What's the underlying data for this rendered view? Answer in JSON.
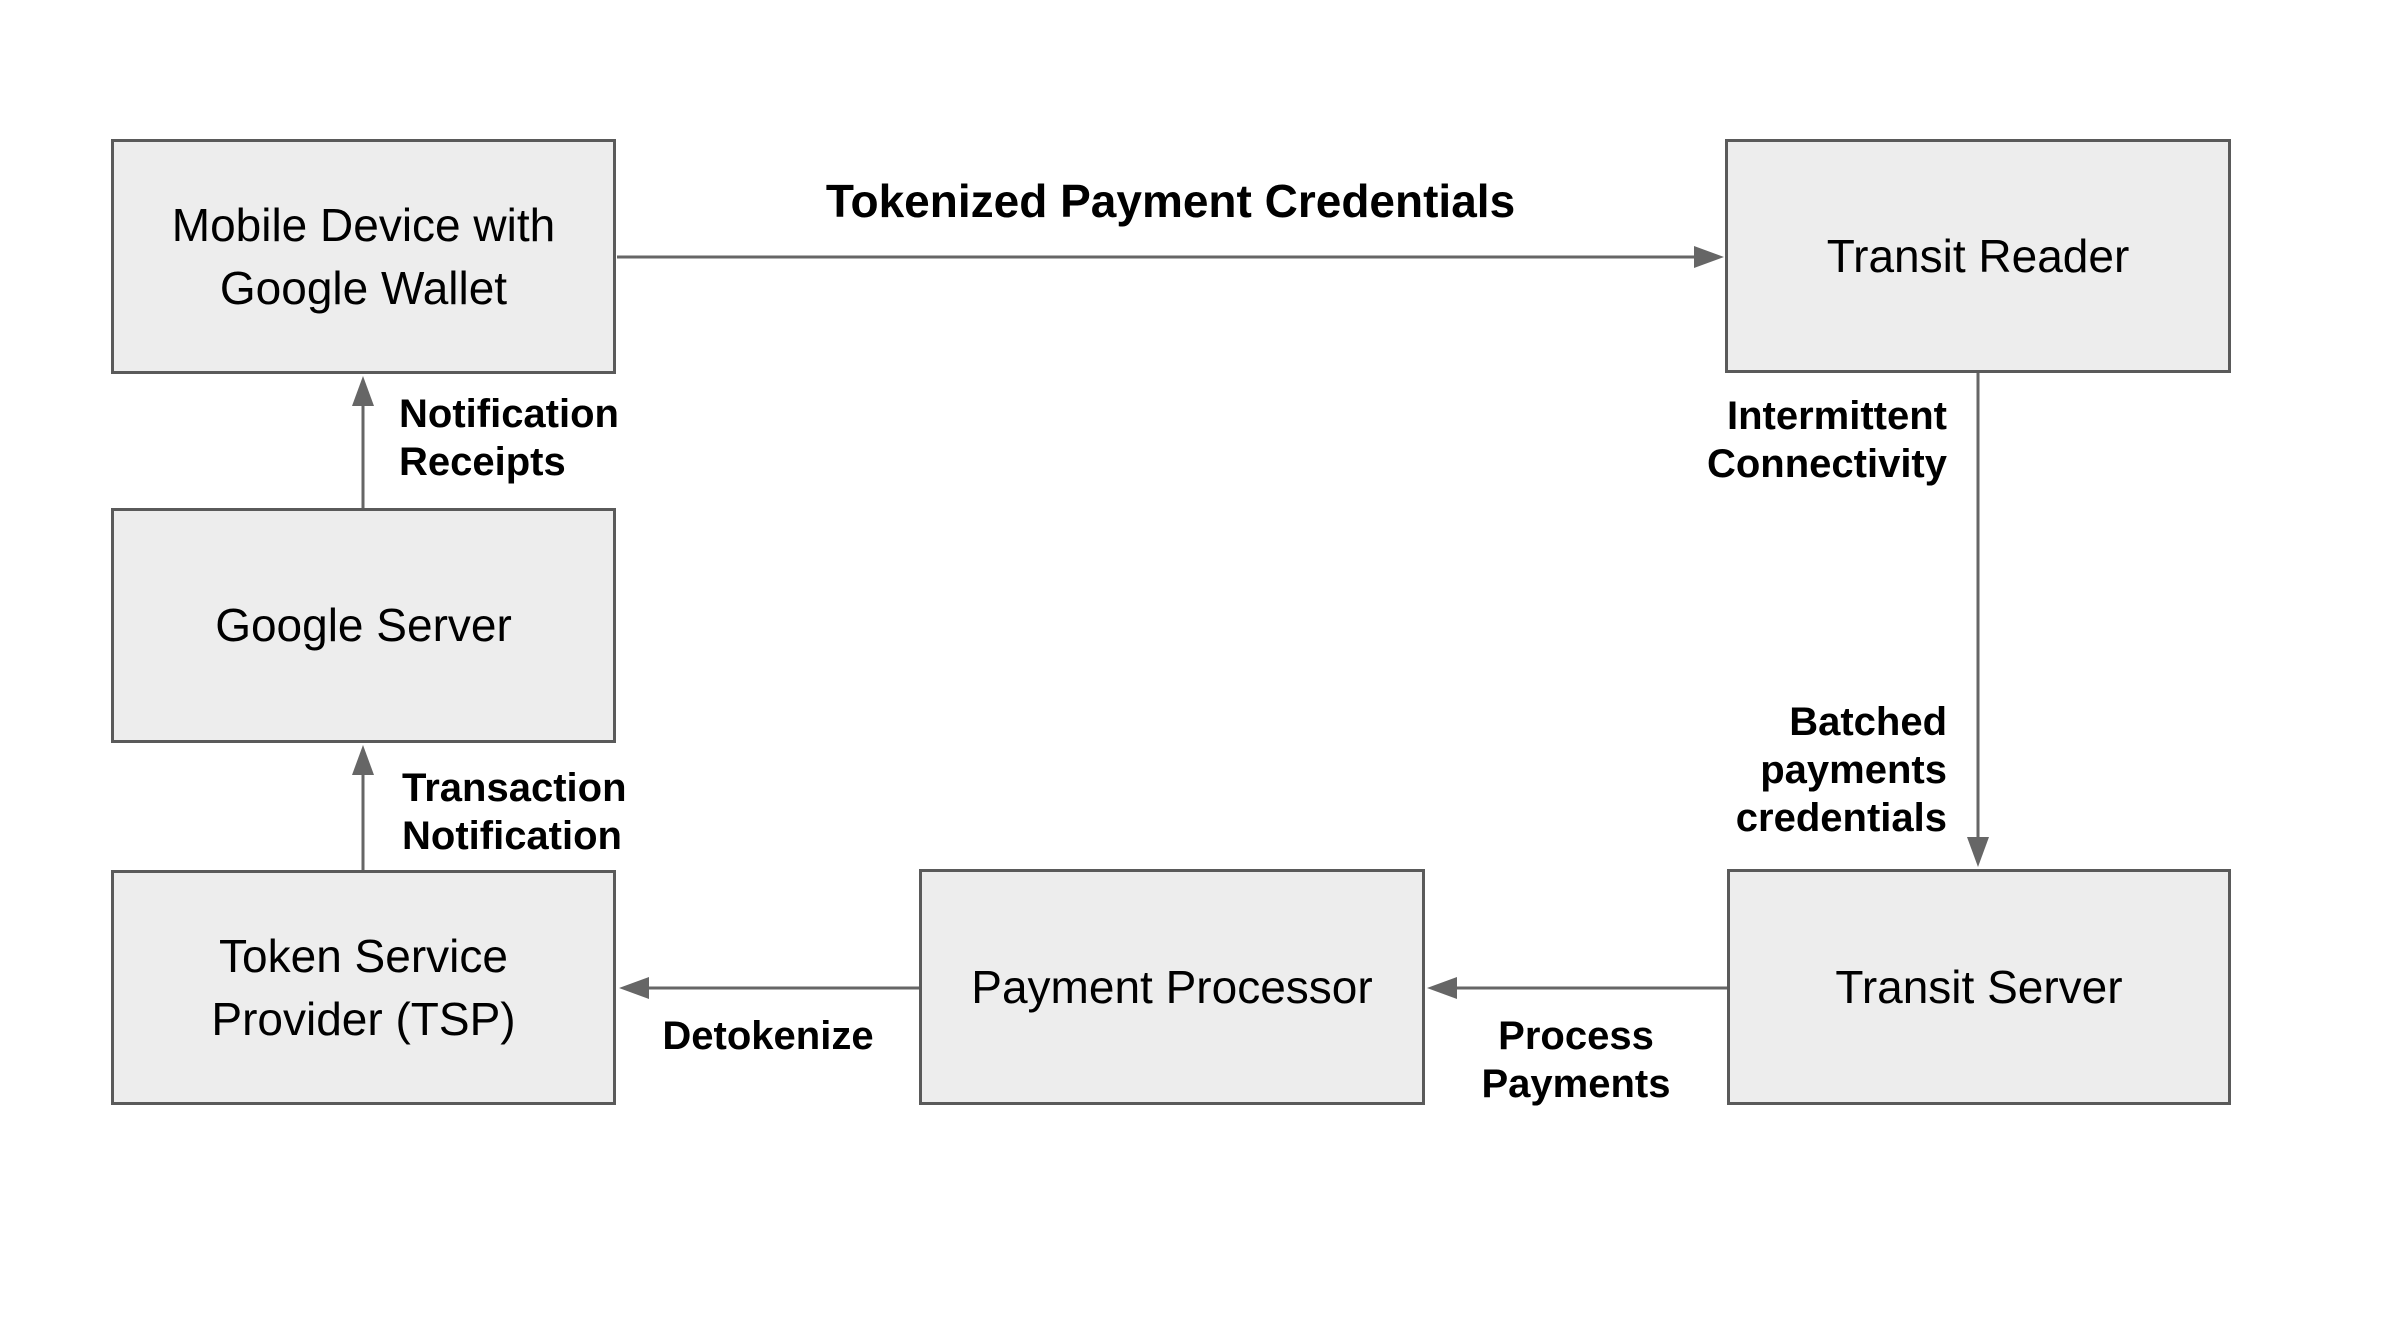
{
  "diagram": {
    "description": "Google Wallet transit payment flow diagram",
    "colors": {
      "box_fill": "#ededed",
      "box_border": "#5a5a5a",
      "arrow": "#666666",
      "label": "#000000",
      "page_bg": "#ffffff"
    },
    "nodes": {
      "mobile_device": {
        "label": "Mobile Device with\nGoogle Wallet"
      },
      "transit_reader": {
        "label": "Transit Reader"
      },
      "google_server": {
        "label": "Google Server"
      },
      "token_service_provider": {
        "label": "Token Service\nProvider (TSP)"
      },
      "payment_processor": {
        "label": "Payment Processor"
      },
      "transit_server": {
        "label": "Transit Server"
      }
    },
    "edges": {
      "tokenized_payment_credentials": {
        "label": "Tokenized Payment Credentials",
        "from": "mobile_device",
        "to": "transit_reader",
        "direction": "right"
      },
      "notification_receipts": {
        "label": "Notification\nReceipts",
        "from": "google_server",
        "to": "mobile_device",
        "direction": "up"
      },
      "transaction_notification": {
        "label": "Transaction\nNotification",
        "from": "token_service_provider",
        "to": "google_server",
        "direction": "up"
      },
      "intermittent_connectivity": {
        "label": "Intermittent\nConnectivity",
        "from": "transit_reader",
        "to": "transit_server",
        "direction": "down"
      },
      "batched_payments_credentials": {
        "label": "Batched\npayments\ncredentials",
        "from": "transit_reader",
        "to": "transit_server",
        "direction": "down"
      },
      "process_payments": {
        "label": "Process\nPayments",
        "from": "transit_server",
        "to": "payment_processor",
        "direction": "left"
      },
      "detokenize": {
        "label": "Detokenize",
        "from": "payment_processor",
        "to": "token_service_provider",
        "direction": "left"
      }
    }
  }
}
